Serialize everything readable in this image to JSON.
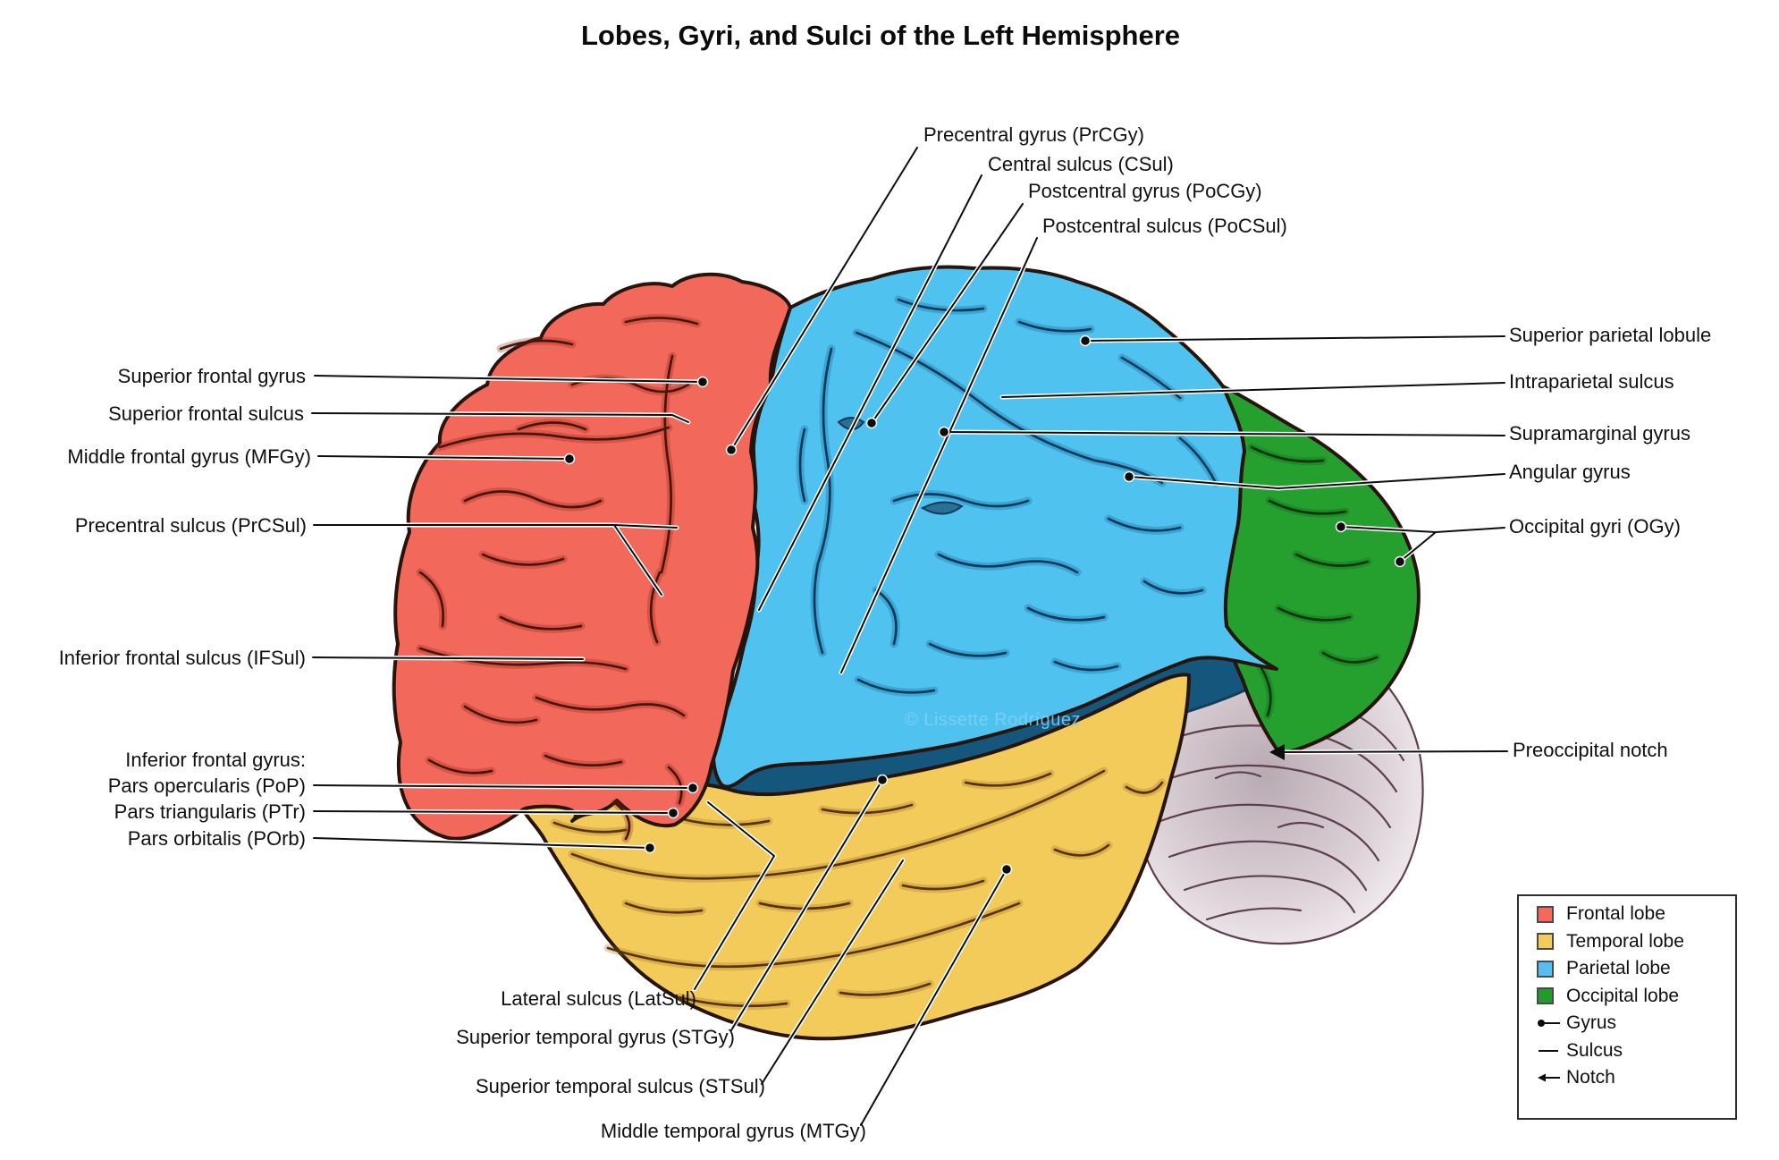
{
  "title": "Lobes, Gyri, and Sulci of the Left Hemisphere",
  "watermark": "© Lissette Rodríguez",
  "labels": {
    "top": [
      {
        "text": "Precentral gyrus (PrCGy)"
      },
      {
        "text": "Central sulcus (CSul)"
      },
      {
        "text": "Postcentral gyrus (PoCGy)"
      },
      {
        "text": "Postcentral sulcus (PoCSul)"
      }
    ],
    "left": [
      {
        "text": "Superior frontal gyrus"
      },
      {
        "text": "Superior frontal sulcus"
      },
      {
        "text": "Middle frontal gyrus (MFGy)"
      },
      {
        "text": "Precentral sulcus (PrCSul)"
      },
      {
        "text": "Inferior frontal sulcus (IFSul)"
      },
      {
        "text": "Inferior frontal gyrus:"
      },
      {
        "text": "Pars opercularis (PoP)"
      },
      {
        "text": "Pars triangularis (PTr)"
      },
      {
        "text": "Pars orbitalis (POrb)"
      }
    ],
    "right": [
      {
        "text": "Superior parietal lobule"
      },
      {
        "text": "Intraparietal sulcus"
      },
      {
        "text": "Supramarginal gyrus"
      },
      {
        "text": "Angular gyrus"
      },
      {
        "text": "Occipital gyri (OGy)"
      },
      {
        "text": "Preoccipital notch"
      }
    ],
    "bottom": [
      {
        "text": "Lateral sulcus (LatSul)"
      },
      {
        "text": "Superior temporal gyrus (STGy)"
      },
      {
        "text": "Superior temporal sulcus (STSul)"
      },
      {
        "text": "Middle temporal gyrus (MTGy)"
      }
    ]
  },
  "legend": {
    "items": [
      {
        "label": "Frontal lobe",
        "color": "#f4695b"
      },
      {
        "label": "Temporal lobe",
        "color": "#f2cb5c"
      },
      {
        "label": "Parietal lobe",
        "color": "#55c0f0"
      },
      {
        "label": "Occipital lobe",
        "color": "#249a2d"
      }
    ],
    "symbols": [
      {
        "label": "Gyrus",
        "icon": "gyrus-dot-line"
      },
      {
        "label": "Sulcus",
        "icon": "sulcus-line"
      },
      {
        "label": "Notch",
        "icon": "notch-arrow"
      }
    ]
  },
  "colors": {
    "frontal_lobe": "#f2685a",
    "temporal_lobe": "#f2cb5b",
    "parietal_lobe": "#4fc2f0",
    "occipital_lobe": "#25a02f",
    "sylvian_groove": "#15567d",
    "outline": "#26140d"
  }
}
